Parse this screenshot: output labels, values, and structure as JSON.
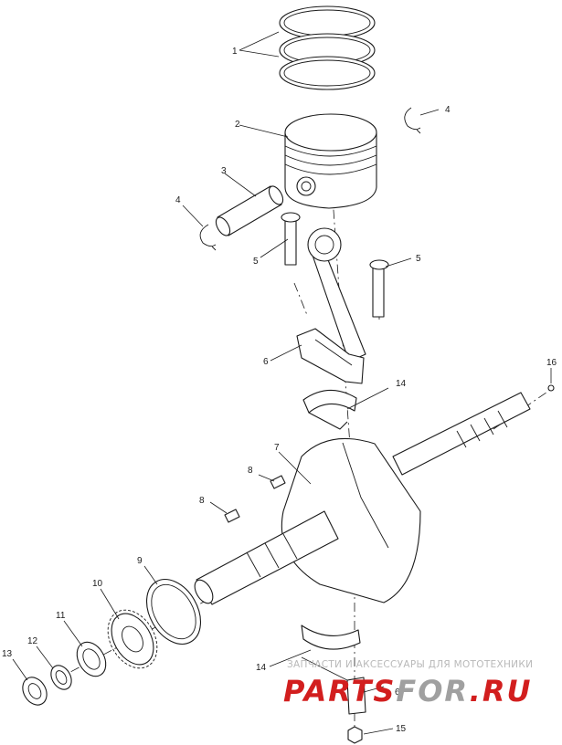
{
  "diagram": {
    "callouts": [
      {
        "id": "1",
        "label": "1"
      },
      {
        "id": "2",
        "label": "2"
      },
      {
        "id": "3",
        "label": "3"
      },
      {
        "id": "4a",
        "label": "4"
      },
      {
        "id": "4b",
        "label": "4"
      },
      {
        "id": "5a",
        "label": "5"
      },
      {
        "id": "5b",
        "label": "5"
      },
      {
        "id": "6a",
        "label": "6"
      },
      {
        "id": "6b",
        "label": "6"
      },
      {
        "id": "7",
        "label": "7"
      },
      {
        "id": "8a",
        "label": "8"
      },
      {
        "id": "8b",
        "label": "8"
      },
      {
        "id": "9",
        "label": "9"
      },
      {
        "id": "10",
        "label": "10"
      },
      {
        "id": "11",
        "label": "11"
      },
      {
        "id": "12",
        "label": "12"
      },
      {
        "id": "13",
        "label": "13"
      },
      {
        "id": "14a",
        "label": "14"
      },
      {
        "id": "14b",
        "label": "14"
      },
      {
        "id": "15",
        "label": "15"
      },
      {
        "id": "16",
        "label": "16"
      }
    ]
  },
  "watermark": {
    "line1": "ЗАПЧАСТИ И АКСЕССУАРЫ ДЛЯ МОТОТЕХНИКИ",
    "brand_part1": "PARTS",
    "brand_part2": "FOR",
    "brand_part3": ".RU",
    "colors": {
      "red": "#d21e1e",
      "gray": "#a0a0a0"
    }
  }
}
